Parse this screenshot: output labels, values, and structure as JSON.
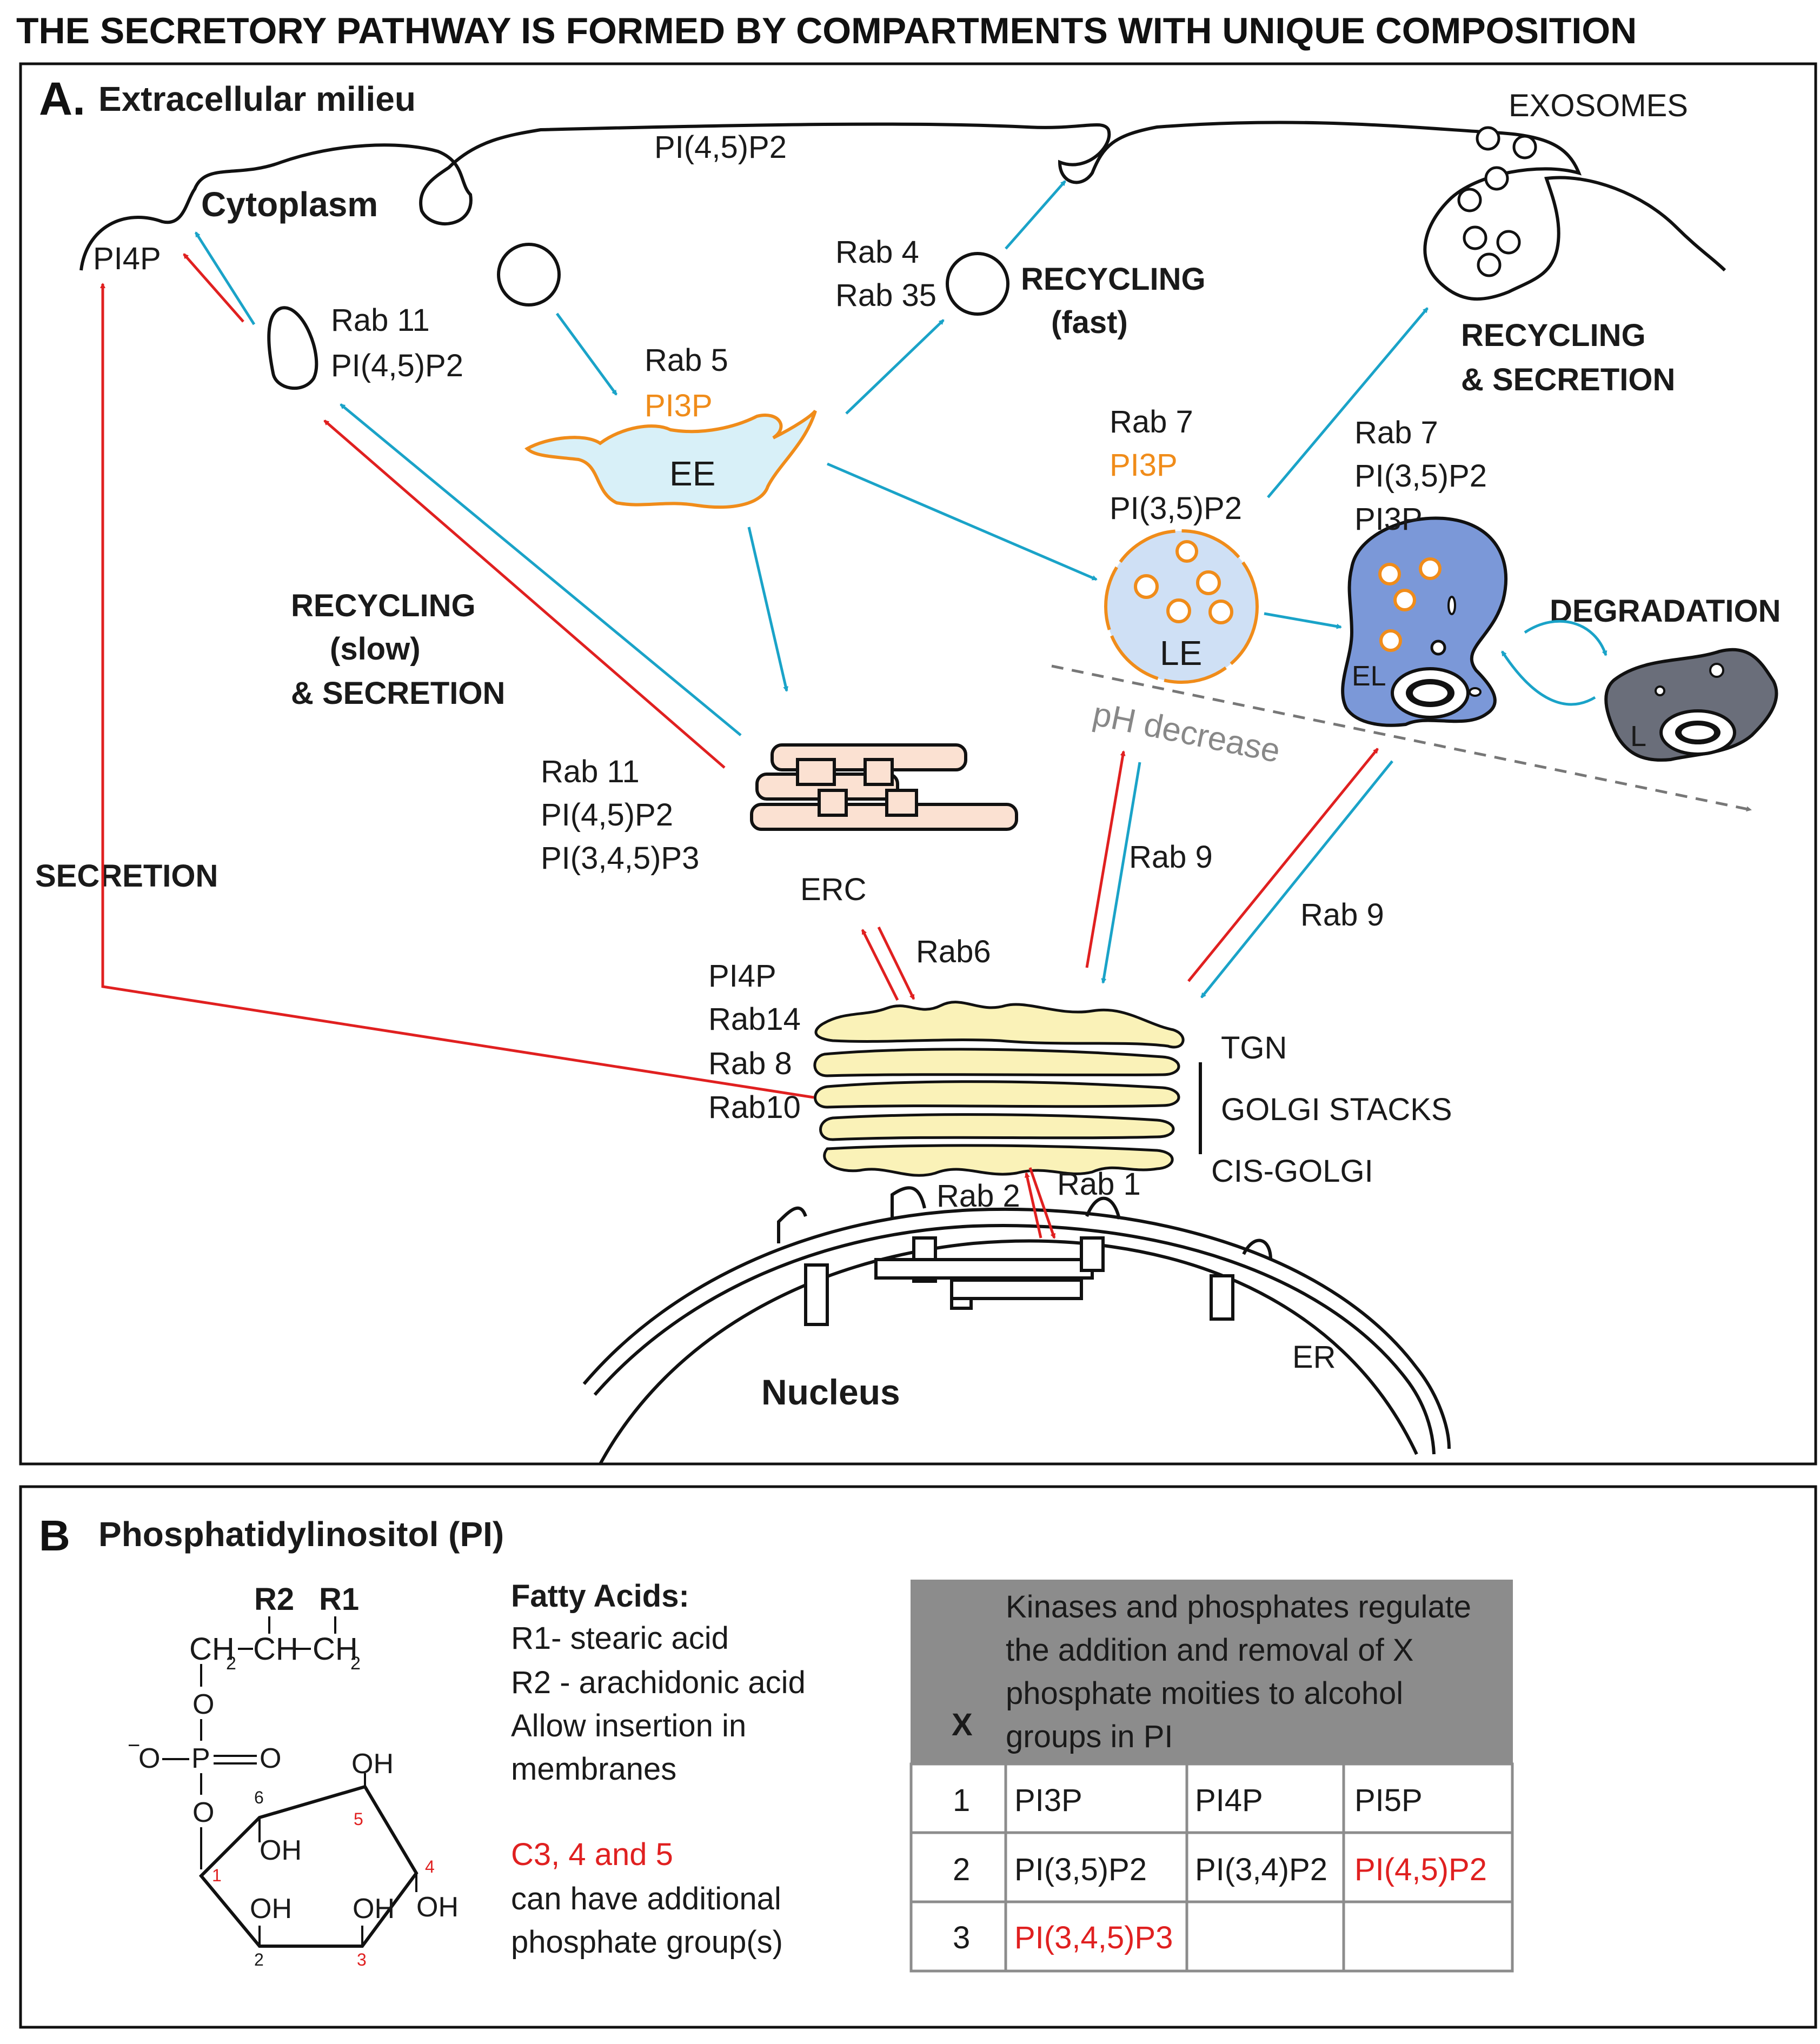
{
  "title": "THE SECRETORY PATHWAY IS FORMED BY COMPARTMENTS WITH UNIQUE COMPOSITION",
  "panel_a": {
    "letter": "A.",
    "extracellular": "Extracellular milieu",
    "cytoplasm": "Cytoplasm",
    "pm_lipid": "PI(4,5)P2",
    "pm_pi4p": "PI4P",
    "exosomes": "EXOSOMES",
    "recycling_vesicle": {
      "l1": "Rab 11",
      "l2": "PI(4,5)P2"
    },
    "fast_route": {
      "l1": "Rab 4",
      "l2": "Rab 35"
    },
    "recycling_fast": {
      "l1": "RECYCLING",
      "l2": "(fast)"
    },
    "ee": {
      "l1": "Rab 5",
      "l2": "PI3P",
      "name": "EE"
    },
    "le": {
      "l1": "Rab 7",
      "l2": "PI3P",
      "l3": "PI(3,5)P2",
      "name": "LE"
    },
    "el": {
      "l1": "Rab 7",
      "l2": "PI(3,5)P2",
      "l3": "PI3P",
      "name": "EL"
    },
    "recycling_secretion": {
      "l1": "RECYCLING",
      "l2": "& SECRETION"
    },
    "degradation": "DEGRADATION",
    "lysosome": "L",
    "ph": "pH decrease",
    "recycling_slow": {
      "l1": "RECYCLING",
      "l2": "(slow)",
      "l3": "& SECRETION"
    },
    "erc_labels": {
      "l1": "Rab 11",
      "l2": "PI(4,5)P2",
      "l3": "PI(3,4,5)P3"
    },
    "erc": "ERC",
    "secretion": "SECRETION",
    "rab9_a": "Rab 9",
    "rab9_b": "Rab 9",
    "rab6": "Rab6",
    "golgi_labels": {
      "l1": "PI4P",
      "l2": "Rab14",
      "l3": "Rab 8",
      "l4": "Rab10"
    },
    "tgn": "TGN",
    "golgi_stacks": "GOLGI STACKS",
    "cis_golgi": "CIS-GOLGI",
    "rab2": "Rab 2",
    "rab1": "Rab 1",
    "er": "ER",
    "nucleus": "Nucleus"
  },
  "panel_b": {
    "letter": "B",
    "heading": "Phosphatidylinositol (PI)",
    "structure": {
      "r2": "R2",
      "r1": "R1",
      "ch2_left": "CH",
      "ch_mid": "CH",
      "ch2_right": "CH",
      "sub2": "2",
      "o_top": "O",
      "o_minus": "O",
      "charge": "−",
      "p": "P",
      "o_double": "O",
      "o_bottom": "O",
      "oh": "OH",
      "n1": "1",
      "n2": "2",
      "n3": "3",
      "n4": "4",
      "n5": "5",
      "n6": "6"
    },
    "fatty": {
      "heading": "Fatty Acids:",
      "l1": "R1- stearic acid",
      "l2": "R2 - arachidonic acid",
      "l3": "Allow insertion in",
      "l4": "membranes"
    },
    "note": {
      "l1": "C3, 4 and 5",
      "l2": "can have additional",
      "l3": "phosphate group(s)"
    },
    "table": {
      "x_header": "X",
      "caption_l1": "Kinases and phosphates regulate",
      "caption_l2": "the addition and removal of X",
      "caption_l3": "phosphate moities to alcohol",
      "caption_l4": "groups in PI",
      "rows": [
        {
          "x": "1",
          "c1": "PI3P",
          "c2": "PI4P",
          "c3": "PI5P"
        },
        {
          "x": "2",
          "c1": "PI(3,5)P2",
          "c2": "PI(3,4)P2",
          "c3": "PI(4,5)P2"
        },
        {
          "x": "3",
          "c1": "PI(3,4,5)P3",
          "c2": "",
          "c3": ""
        }
      ],
      "header_color": "#8c8c8c",
      "highlight_color": "#e02020"
    }
  },
  "colors": {
    "blue_arrow": "#1aa3c8",
    "red_arrow": "#e02020",
    "orange": "#f08c1a",
    "ee_fill": "#d8f0f8",
    "le_fill": "#cfe0f5",
    "el_fill": "#7b98d8",
    "lysosome_fill": "#6a6e7a",
    "erc_fill": "#fbe1d2",
    "golgi_fill": "#faf2b8"
  }
}
